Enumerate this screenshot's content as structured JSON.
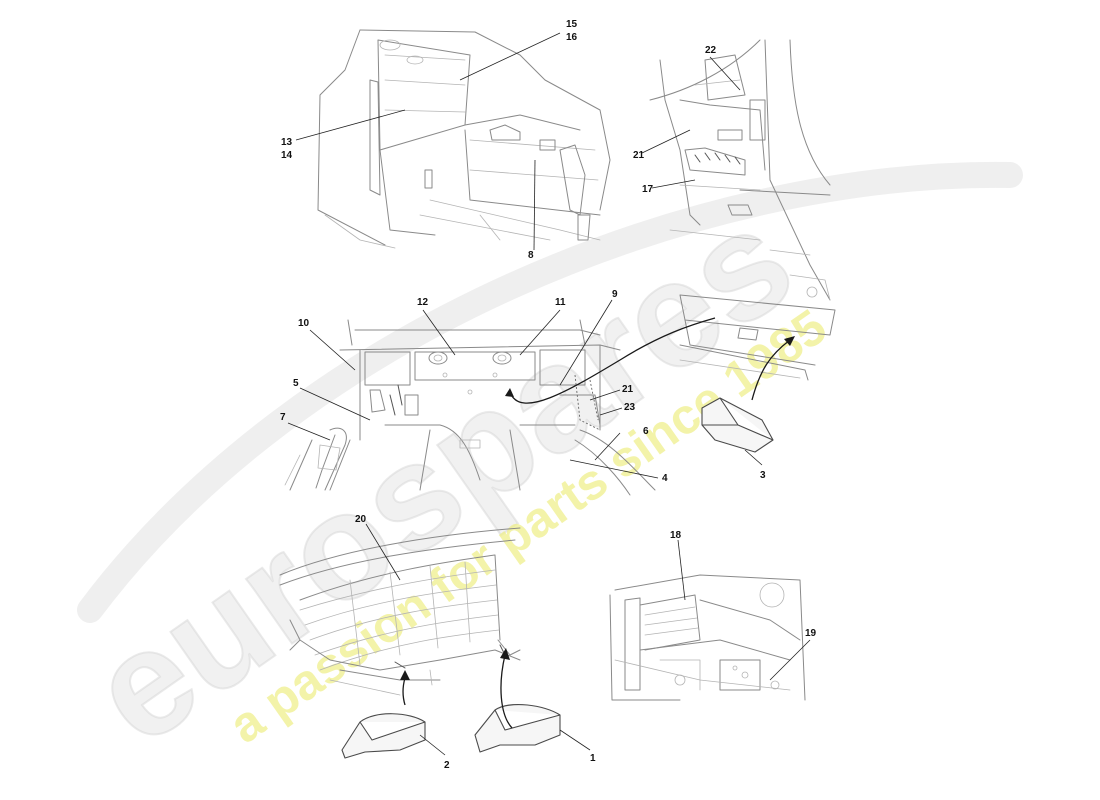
{
  "callouts": [
    {
      "id": "c15",
      "text": "15"
    },
    {
      "id": "c16",
      "text": "16"
    },
    {
      "id": "c13",
      "text": "13"
    },
    {
      "id": "c14",
      "text": "14"
    },
    {
      "id": "c8",
      "text": "8"
    },
    {
      "id": "c22",
      "text": "22"
    },
    {
      "id": "c21a",
      "text": "21"
    },
    {
      "id": "c17",
      "text": "17"
    },
    {
      "id": "c12",
      "text": "12"
    },
    {
      "id": "c11",
      "text": "11"
    },
    {
      "id": "c9",
      "text": "9"
    },
    {
      "id": "c10",
      "text": "10"
    },
    {
      "id": "c5",
      "text": "5"
    },
    {
      "id": "c7",
      "text": "7"
    },
    {
      "id": "c21b",
      "text": "21"
    },
    {
      "id": "c23",
      "text": "23"
    },
    {
      "id": "c6",
      "text": "6"
    },
    {
      "id": "c4",
      "text": "4"
    },
    {
      "id": "c3",
      "text": "3"
    },
    {
      "id": "c20",
      "text": "20"
    },
    {
      "id": "c18",
      "text": "18"
    },
    {
      "id": "c19",
      "text": "19"
    },
    {
      "id": "c2",
      "text": "2"
    },
    {
      "id": "c1",
      "text": "1"
    }
  ],
  "watermark": {
    "brand": "eurospares",
    "tagline": "a passion for parts since 1985",
    "brand_color": "#e6e6e6",
    "tagline_color": "#eeee9a"
  }
}
